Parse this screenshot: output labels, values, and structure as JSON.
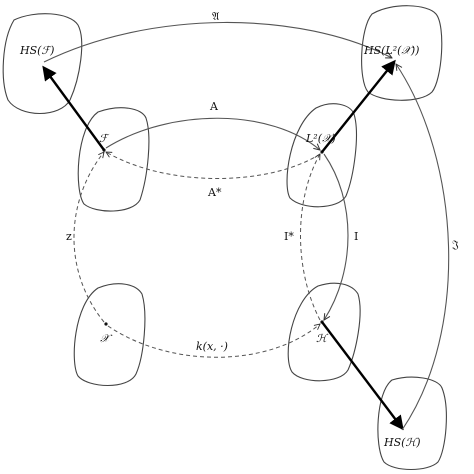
{
  "nodes": {
    "hs_f": "HS(ℱ)",
    "hs_l2x": "HS(L²(𝒳))",
    "f": "ℱ",
    "l2x": "L²(𝒳)",
    "x": "𝒳",
    "h": "ℋ",
    "hs_h": "HS(ℋ)"
  },
  "arrows": {
    "frak_a": "𝔄",
    "a": "A",
    "a_star": "A*",
    "z": "z",
    "i_star": "I*",
    "i": "I",
    "kernel": "k(x, ·)",
    "frak_i": "𝔍"
  }
}
